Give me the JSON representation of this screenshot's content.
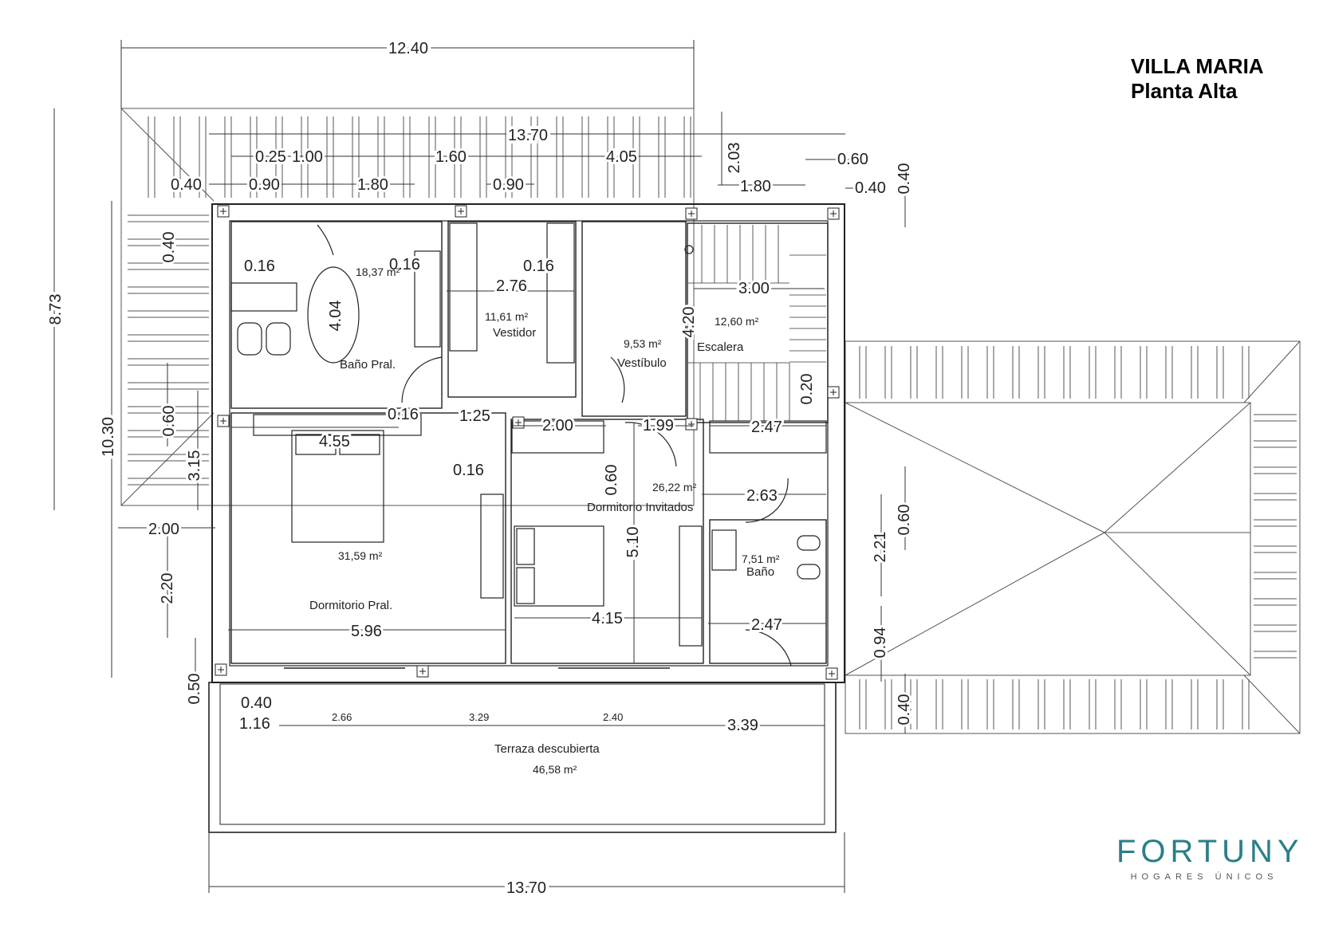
{
  "title": {
    "line1": "VILLA MARIA",
    "line2": "Planta Alta"
  },
  "brand": {
    "name": "FORTUNY",
    "tagline": "HOGARES ÚNICOS",
    "color": "#2a7f8a"
  },
  "rooms": [
    {
      "id": "bano-pral",
      "name": "Baño Pral.",
      "area": "18,37 m²"
    },
    {
      "id": "vestidor",
      "name": "Vestidor",
      "area": "11,61 m²"
    },
    {
      "id": "vestibulo",
      "name": "Vestíbulo",
      "area": "9,53 m²"
    },
    {
      "id": "escalera",
      "name": "Escalera",
      "area": "12,60 m²"
    },
    {
      "id": "dormitorio-pral",
      "name": "Dormitorio Pral.",
      "area": "31,59 m²"
    },
    {
      "id": "dormitorio-invitados",
      "name": "Dormitorio Invitados",
      "area": "26,22 m²"
    },
    {
      "id": "bano",
      "name": "Baño",
      "area": "7,51 m²"
    },
    {
      "id": "terraza",
      "name": "Terraza descubierta",
      "area": "46,58 m²"
    }
  ],
  "dimensions": {
    "top_overall": "12.40",
    "roof_width": "13.70",
    "bottom_overall": "13.70",
    "left_height_roof": "8.73",
    "left_height_total": "10.30",
    "d_025": "0.25",
    "d_100": "1.00",
    "d_160": "1.60",
    "d_405": "4.05",
    "d_040_top": "0.40",
    "d_090a": "0.90",
    "d_180a": "1.80",
    "d_090b": "0.90",
    "d_203": "2.03",
    "d_180b": "1.80",
    "d_060_top": "0.60",
    "d_040_right": "0.40",
    "d_040_vert_right": "0.40",
    "d_040_left": "0.40",
    "d_016a": "0.16",
    "d_016b": "0.16",
    "d_016c": "0.16",
    "d_404": "4.04",
    "d_276": "2.76",
    "d_300": "3.00",
    "d_420": "4.20",
    "d_020": "0.20",
    "d_060_left": "0.60",
    "d_315": "3.15",
    "d_016d": "0.16",
    "d_125": "1.25",
    "d_200a": "2.00",
    "d_199": "1.99",
    "d_247a": "2.47",
    "d_455": "4.55",
    "d_016e": "0.16",
    "d_060_mid": "0.60",
    "d_263": "2.63",
    "d_200_left": "2.00",
    "d_510": "5.10",
    "d_221": "2.21",
    "d_060_right": "0.60",
    "d_220": "2.20",
    "d_596": "5.96",
    "d_415": "4.15",
    "d_247b": "2.47",
    "d_094": "0.94",
    "d_050": "0.50",
    "d_040_bottom": "0.40",
    "d_116": "1.16",
    "d_266": "2.66",
    "d_329": "3.29",
    "d_240": "2.40",
    "d_339": "3.39",
    "d_040_br": "0.40"
  }
}
